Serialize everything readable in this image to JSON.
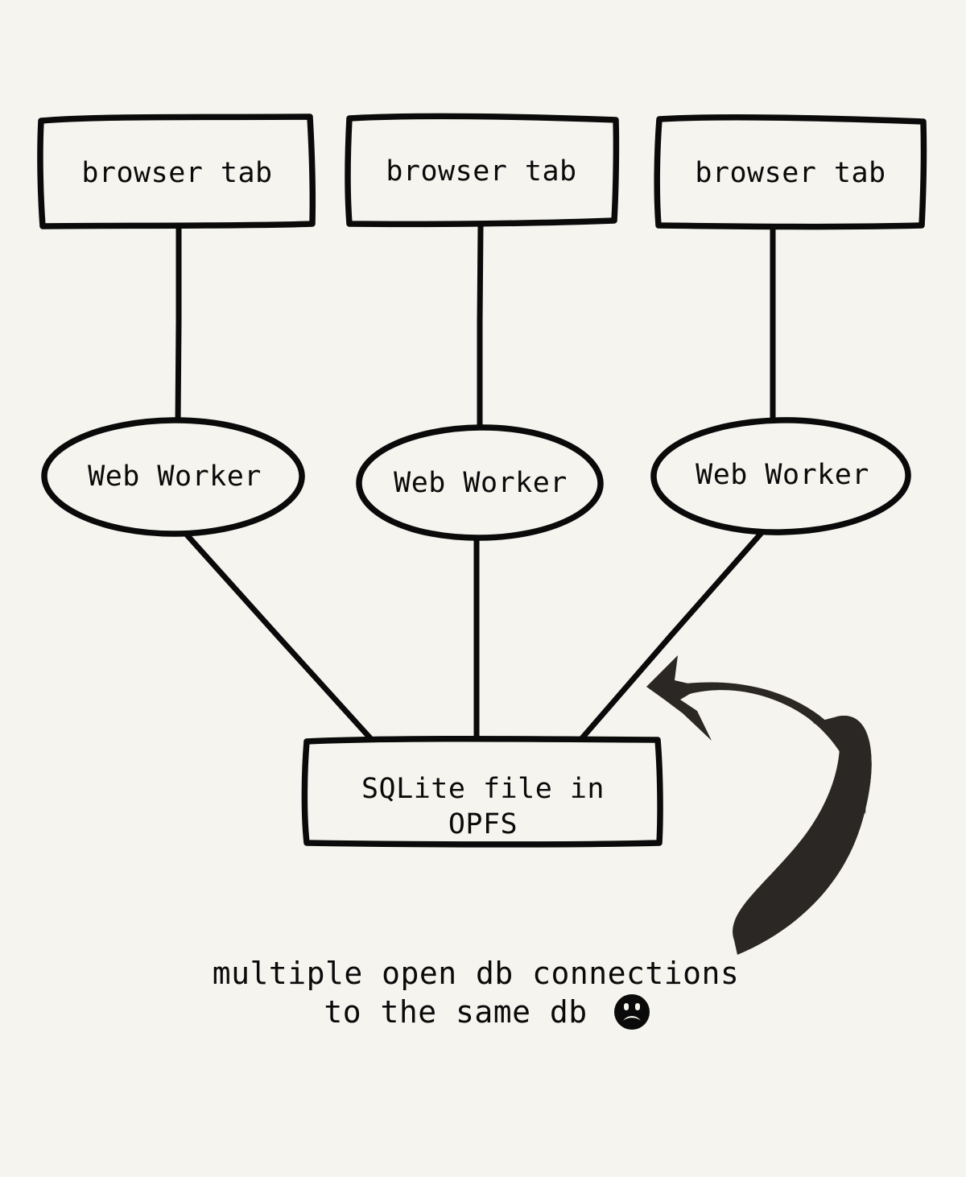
{
  "diagram": {
    "title": "Multiple open db connections to the same SQLite file in OPFS",
    "background_color": "#f5f4ef",
    "ink_color": "#0a0a0a",
    "arrow_color": "#2a2724",
    "style": "hand-drawn"
  },
  "tabs": [
    {
      "label": "browser tab"
    },
    {
      "label": "browser tab"
    },
    {
      "label": "browser tab"
    }
  ],
  "workers": [
    {
      "label": "Web Worker"
    },
    {
      "label": "Web Worker"
    },
    {
      "label": "Web Worker"
    }
  ],
  "storage": {
    "label_line1": "SQLite file in",
    "label_line2": "OPFS"
  },
  "annotation": {
    "line1": "multiple open db connections",
    "line2": "to the same db",
    "emoji": "frowning-face"
  }
}
